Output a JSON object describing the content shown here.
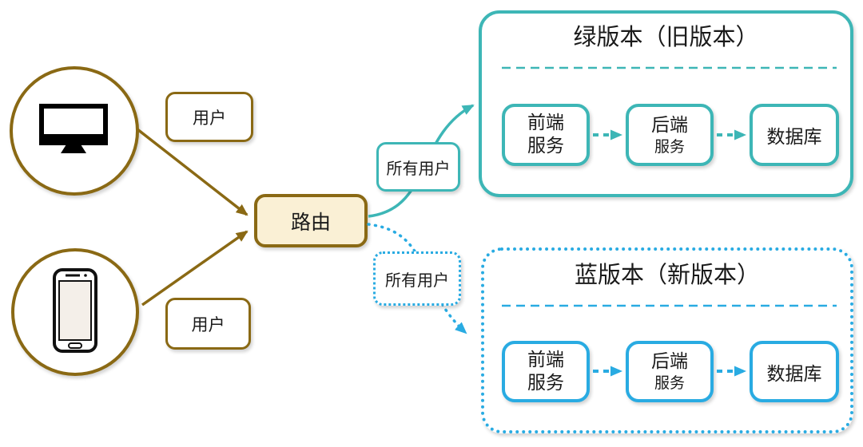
{
  "diagram": {
    "clients": {
      "desktop_label": "用户",
      "mobile_label": "用户"
    },
    "router": {
      "label": "路由"
    },
    "edges": {
      "to_green": {
        "label": "所有用户"
      },
      "to_blue": {
        "label": "所有用户"
      }
    },
    "green_env": {
      "title": "绿版本（旧版本）",
      "nodes": {
        "frontend": {
          "line1": "前端",
          "line2": "服务"
        },
        "backend": {
          "line1": "后端",
          "line2": "服务"
        },
        "database": {
          "label": "数据库"
        }
      }
    },
    "blue_env": {
      "title": "蓝版本（新版本）",
      "nodes": {
        "frontend": {
          "line1": "前端",
          "line2": "服务"
        },
        "backend": {
          "line1": "后端",
          "line2": "服务"
        },
        "database": {
          "label": "数据库"
        }
      }
    },
    "icons": {
      "desktop": "desktop-monitor-icon",
      "mobile": "smartphone-icon"
    },
    "colors": {
      "brown": "#8A6914",
      "router_fill": "#FAF0D5",
      "teal": "#3DB6B6",
      "blue": "#29ABE2"
    }
  }
}
